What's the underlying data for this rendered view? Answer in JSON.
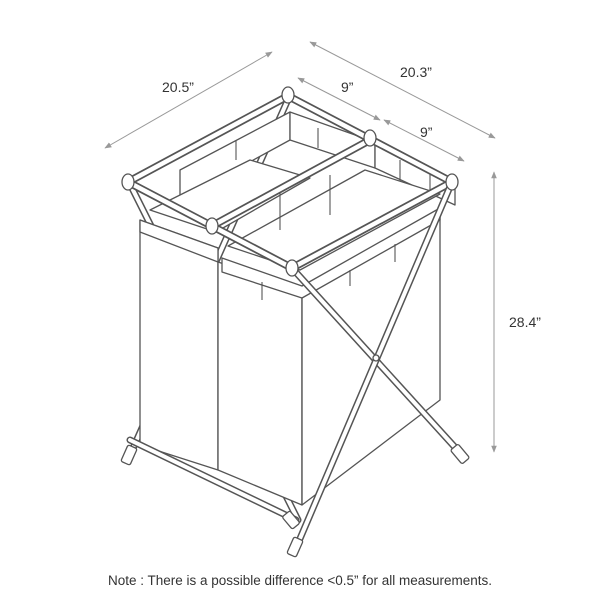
{
  "dimensions": {
    "width": "20.5”",
    "depth": "20.3”",
    "compartment_1": "9”",
    "compartment_2": "9”",
    "height": "28.4”"
  },
  "note": "Note : There is a possible difference <0.5” for all measurements.",
  "colors": {
    "frame": "#555555",
    "dimension_lines": "#999999",
    "text": "#333333"
  }
}
